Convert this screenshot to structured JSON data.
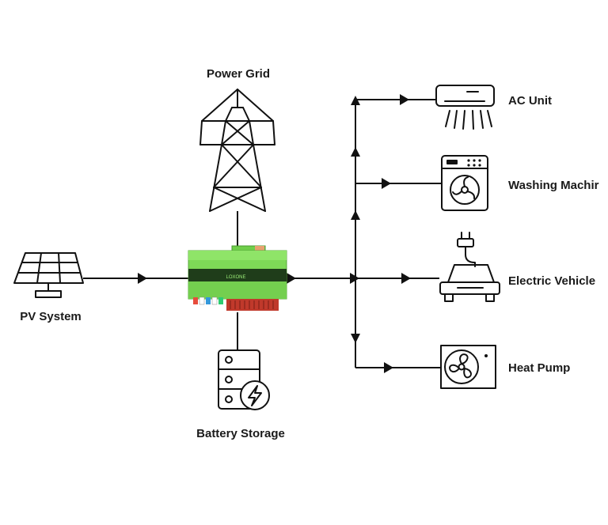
{
  "nodes": {
    "power_grid": {
      "label": "Power Grid",
      "icon": "transmission-tower-icon"
    },
    "pv_system": {
      "label": "PV System",
      "icon": "solar-panel-icon"
    },
    "controller": {
      "label": "LOXONE",
      "icon": "miniserver-controller",
      "color": "#7ed957"
    },
    "battery": {
      "label": "Battery Storage",
      "icon": "battery-storage-icon"
    },
    "ac_unit": {
      "label": "AC Unit",
      "icon": "air-conditioner-icon"
    },
    "washing_machine": {
      "label": "Washing Machir",
      "icon": "washing-machine-icon"
    },
    "electric_vehicle": {
      "label": "Electric Vehicle",
      "icon": "electric-car-icon"
    },
    "heat_pump": {
      "label": "Heat Pump",
      "icon": "heat-pump-fan-icon"
    }
  },
  "colors": {
    "line": "#111111",
    "controller_green": "#7ed957",
    "terminal_red": "#c0392b"
  }
}
